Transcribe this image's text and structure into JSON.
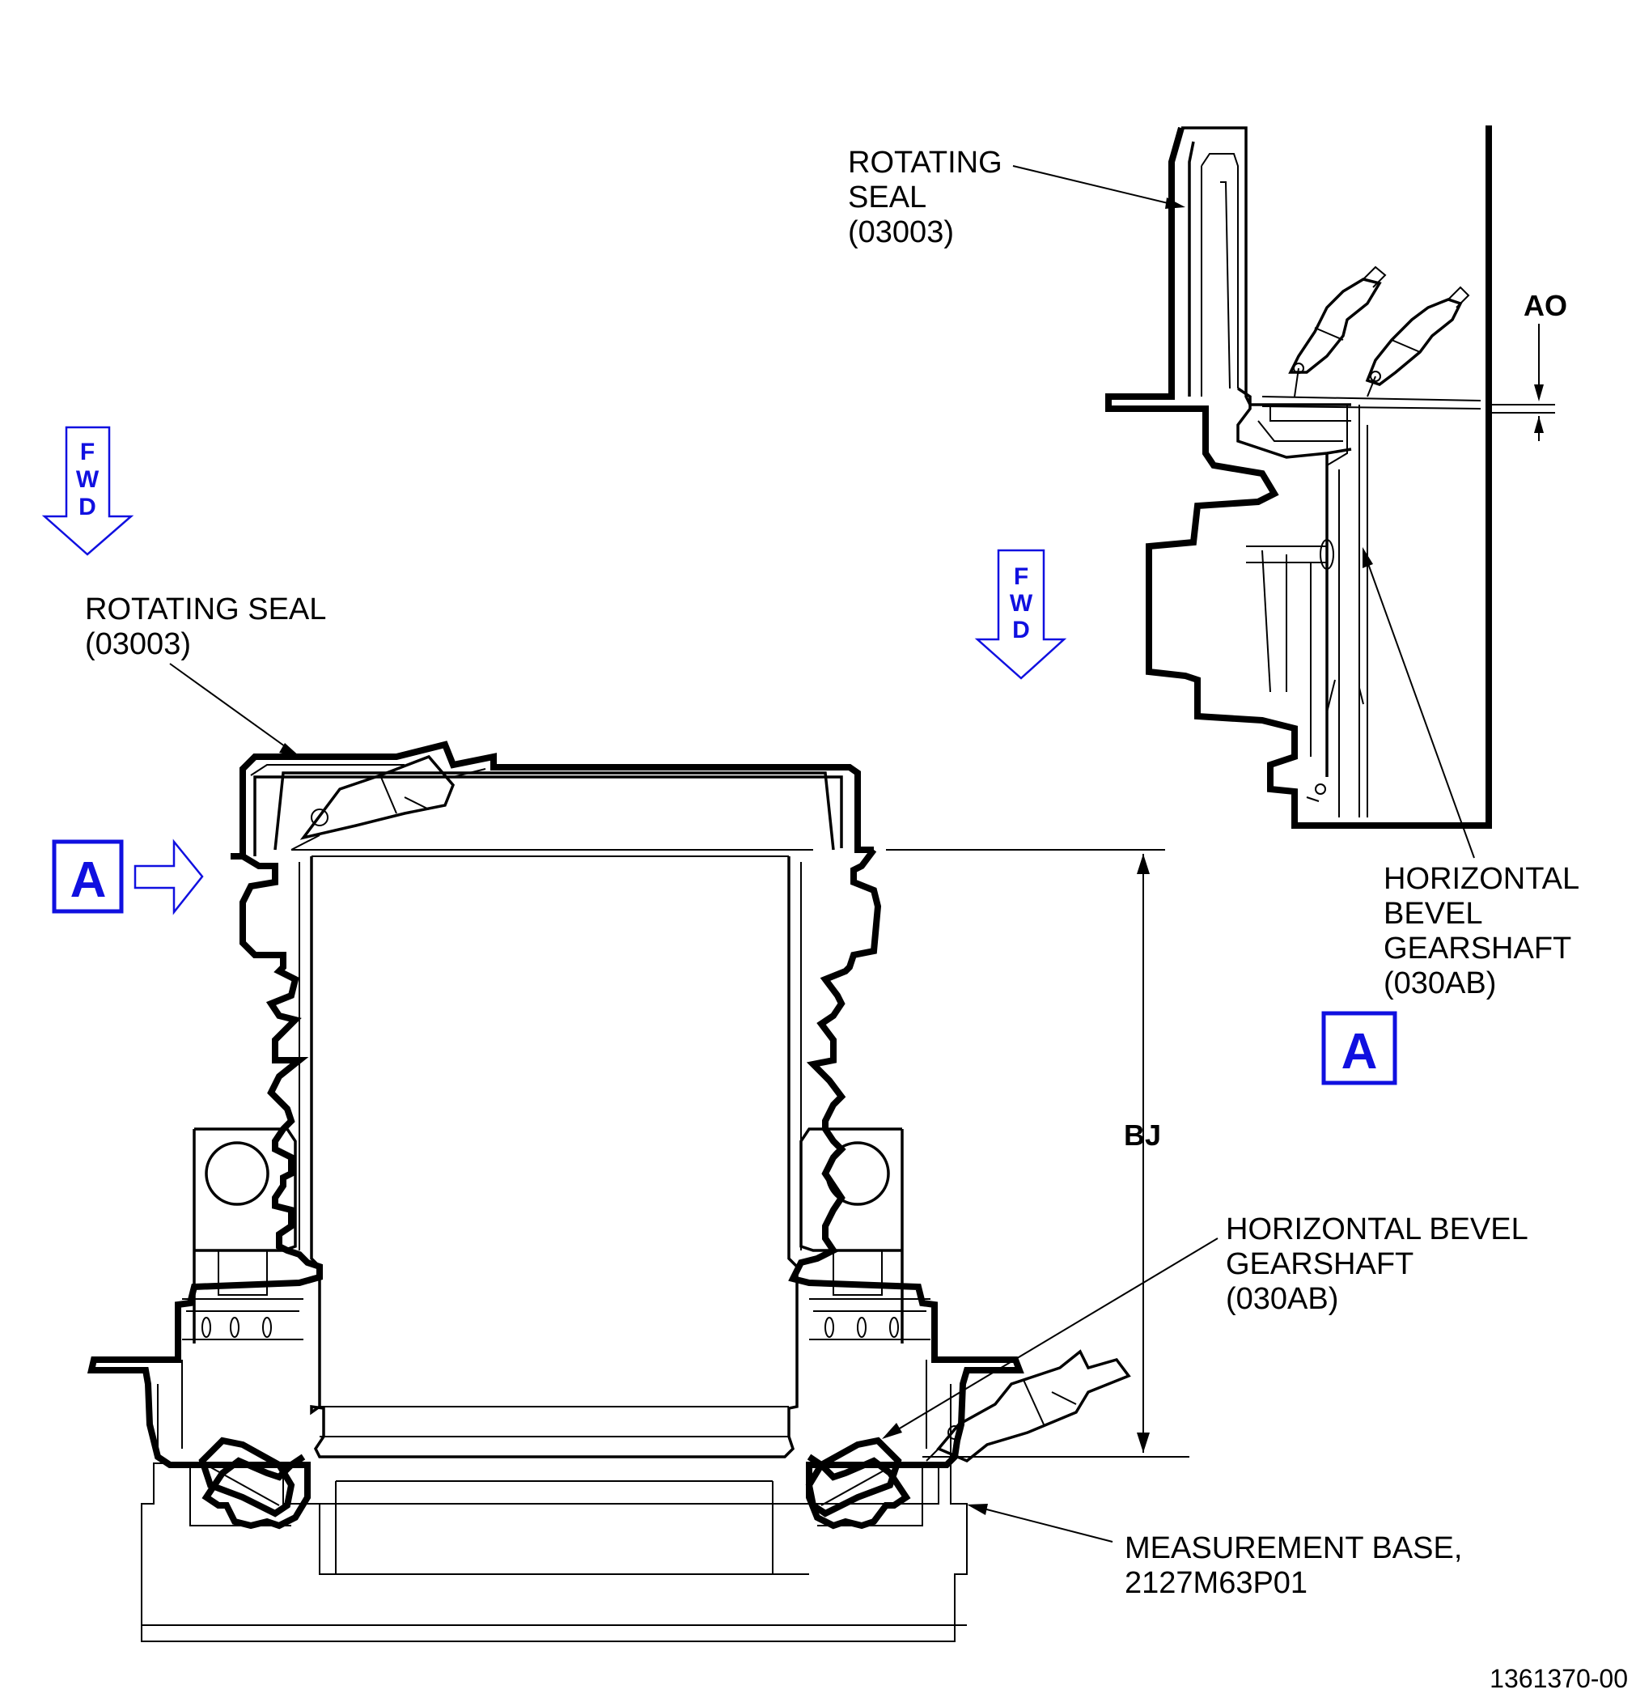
{
  "labels": {
    "rotating_seal_main": [
      "ROTATING SEAL",
      "(03003)"
    ],
    "rotating_seal_detail": [
      "ROTATING",
      "SEAL",
      "(03003)"
    ],
    "hbg_main": [
      "HORIZONTAL BEVEL",
      "GEARSHAFT",
      "(030AB)"
    ],
    "hbg_detail": [
      "HORIZONTAL",
      "BEVEL",
      "GEARSHAFT",
      "(030AB)"
    ],
    "measurement_base": [
      "MEASUREMENT BASE,",
      "2127M63P01"
    ]
  },
  "dimensions": {
    "ao": "AO",
    "bj": "BJ"
  },
  "fwd_letters": [
    "F",
    "W",
    "D"
  ],
  "view_marker": "A",
  "figure_number": "1361370-00",
  "colors": {
    "marker_blue": "#1010e0",
    "line": "#000000"
  }
}
